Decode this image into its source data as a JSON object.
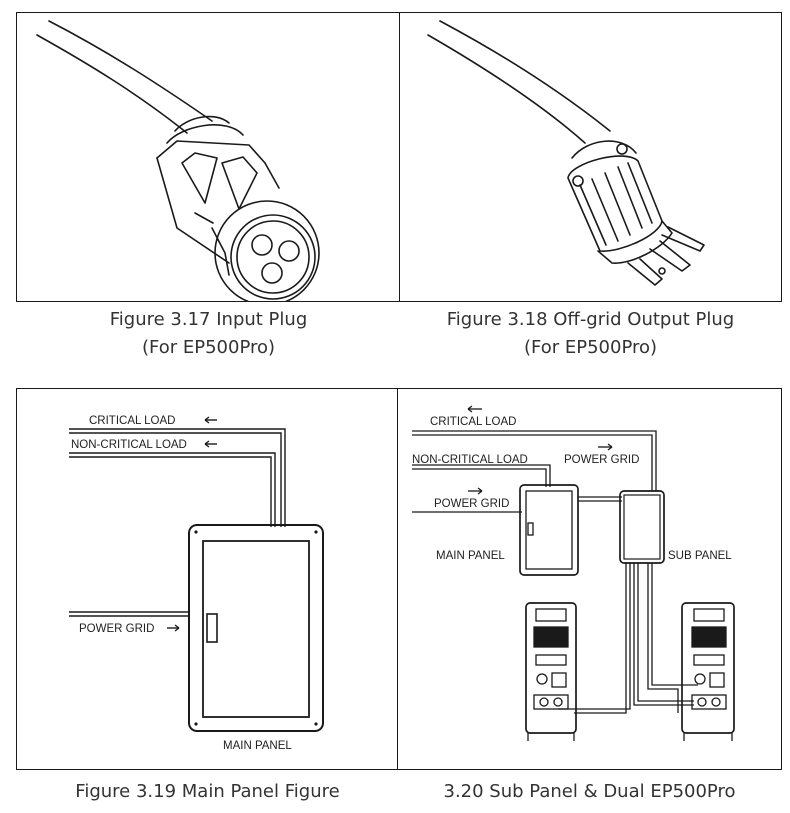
{
  "figures": {
    "input_plug": {
      "caption_line1": "Figure 3.17  Input Plug",
      "caption_line2": "(For EP500Pro)"
    },
    "output_plug": {
      "caption_line1": "Figure 3.18  Off-grid Output Plug",
      "caption_line2": "(For EP500Pro)"
    },
    "main_panel": {
      "caption": "Figure 3.19 Main Panel Figure",
      "labels": {
        "critical_load": "CRITICAL LOAD",
        "non_critical_load": "NON-CRITICAL LOAD",
        "power_grid": "POWER GRID",
        "main_panel": "MAIN PANEL"
      }
    },
    "sub_panel": {
      "caption": "3.20 Sub Panel & Dual EP500Pro",
      "labels": {
        "critical_load": "CRITICAL LOAD",
        "non_critical_load": "NON-CRITICAL LOAD",
        "power_grid_top": "POWER GRID",
        "power_grid_left": "POWER GRID",
        "main_panel": "MAIN PANEL",
        "sub_panel": "SUB PANEL"
      }
    }
  }
}
